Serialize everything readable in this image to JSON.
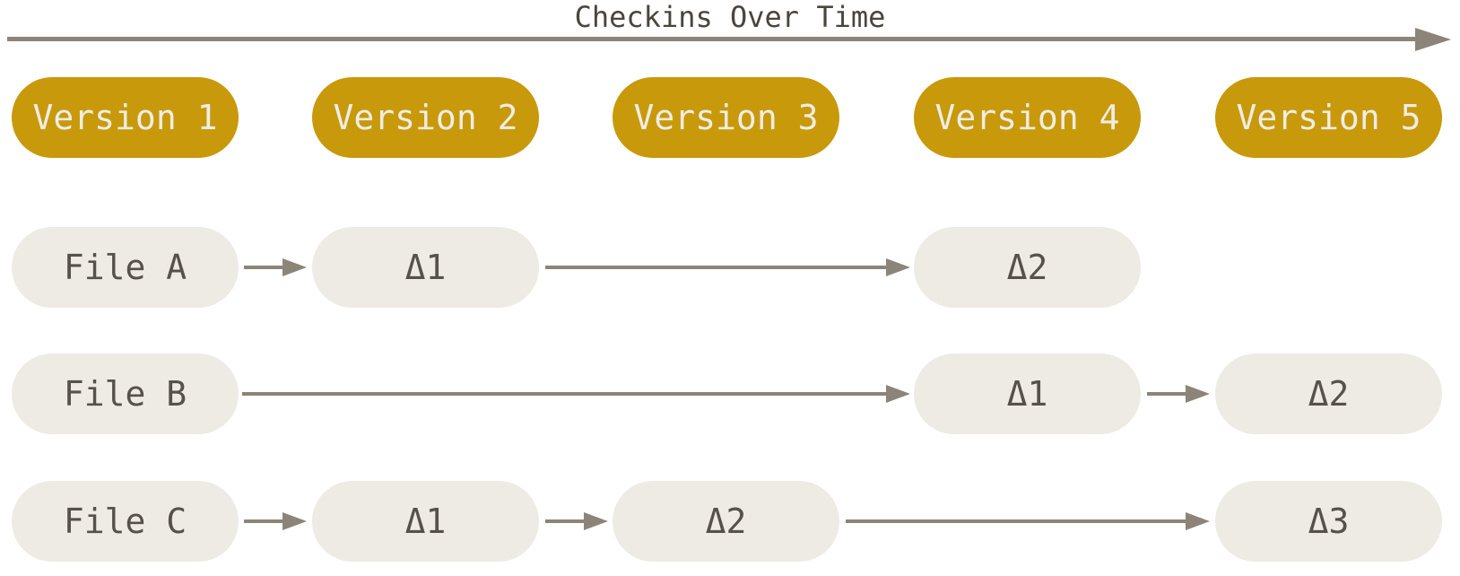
{
  "title": "Checkins Over Time",
  "colors": {
    "background": "#ffffff",
    "version_fill": "#c8990b",
    "version_text": "#efede5",
    "node_fill": "#edebe3",
    "node_text": "#56514b",
    "arrow": "#8c8478",
    "title_text": "#4a453f"
  },
  "versions": [
    {
      "label": "Version 1"
    },
    {
      "label": "Version 2"
    },
    {
      "label": "Version 3"
    },
    {
      "label": "Version 4"
    },
    {
      "label": "Version 5"
    }
  ],
  "files": [
    {
      "nodes": [
        {
          "label": "File A",
          "column": 1
        },
        {
          "label": "Δ1",
          "column": 2
        },
        {
          "label": "Δ2",
          "column": 4
        }
      ]
    },
    {
      "nodes": [
        {
          "label": "File B",
          "column": 1
        },
        {
          "label": "Δ1",
          "column": 4
        },
        {
          "label": "Δ2",
          "column": 5
        }
      ]
    },
    {
      "nodes": [
        {
          "label": "File C",
          "column": 1
        },
        {
          "label": "Δ1",
          "column": 2
        },
        {
          "label": "Δ2",
          "column": 3
        },
        {
          "label": "Δ3",
          "column": 5
        }
      ]
    }
  ]
}
